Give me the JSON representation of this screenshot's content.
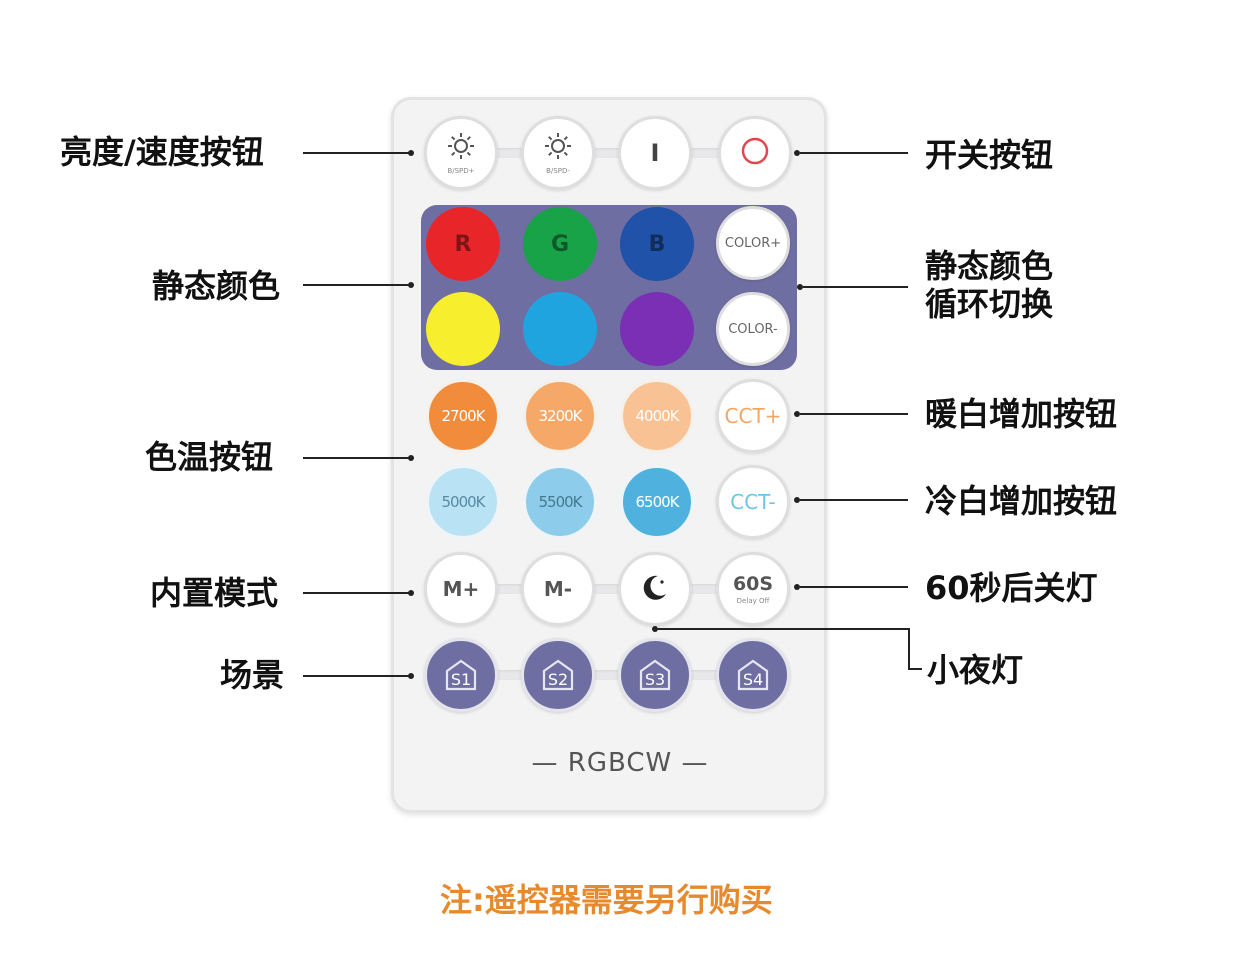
{
  "labels": {
    "brightness_speed": "亮度/速度按钮",
    "power": "开关按钮",
    "static_color": "静态颜色",
    "color_cycle_line1": "静态颜色",
    "color_cycle_line2": "循环切换",
    "color_temp": "色温按钮",
    "warm_white_up": "暖白增加按钮",
    "cold_white_up": "冷白增加按钮",
    "builtin_mode": "内置模式",
    "delay_off": "60秒后关灯",
    "night_light": "小夜灯",
    "scene": "场景"
  },
  "buttons": {
    "row1": [
      {
        "icon": "sun-plus-icon",
        "sub": "B/SPD+"
      },
      {
        "icon": "sun-minus-icon",
        "sub": "B/SPD-"
      },
      {
        "icon": "power-on-icon",
        "text": "I"
      },
      {
        "icon": "power-off-icon",
        "text": "O"
      }
    ],
    "row2": [
      {
        "text": "R",
        "color": "#e8262a"
      },
      {
        "text": "G",
        "color": "#18a349"
      },
      {
        "text": "B",
        "color": "#1f52a8"
      },
      {
        "text": "COLOR+",
        "color": "#ffffff"
      }
    ],
    "row3": [
      {
        "color": "#f7ee2e"
      },
      {
        "color": "#1fa4e0"
      },
      {
        "color": "#7a2fb5"
      },
      {
        "text": "COLOR-",
        "color": "#ffffff"
      }
    ],
    "row4": [
      {
        "text": "2700K",
        "color": "#f08c3c"
      },
      {
        "text": "3200K",
        "color": "#f5a868"
      },
      {
        "text": "4000K",
        "color": "#f8c294"
      },
      {
        "text": "CCT+",
        "color": "#ffffff",
        "text_color": "#f2a666"
      }
    ],
    "row5": [
      {
        "text": "5000K",
        "color": "#b9e2f4"
      },
      {
        "text": "5500K",
        "color": "#8dcdeb"
      },
      {
        "text": "6500K",
        "color": "#4fb2de"
      },
      {
        "text": "CCT-",
        "color": "#ffffff",
        "text_color": "#6ec4e6"
      }
    ],
    "row6": [
      {
        "text": "M+"
      },
      {
        "text": "M-"
      },
      {
        "icon": "moon-icon"
      },
      {
        "text": "60S",
        "sub": "Delay Off"
      }
    ],
    "row7": [
      {
        "text": "S1",
        "icon": "house-icon"
      },
      {
        "text": "S2",
        "icon": "house-icon"
      },
      {
        "text": "S3",
        "icon": "house-icon"
      },
      {
        "text": "S4",
        "icon": "house-icon"
      }
    ]
  },
  "brand": "— RGBCW —",
  "footnote": "注:遥控器需要另行购买",
  "colors": {
    "panel": "#6f6ea2",
    "footnote": "#e78a2e"
  }
}
